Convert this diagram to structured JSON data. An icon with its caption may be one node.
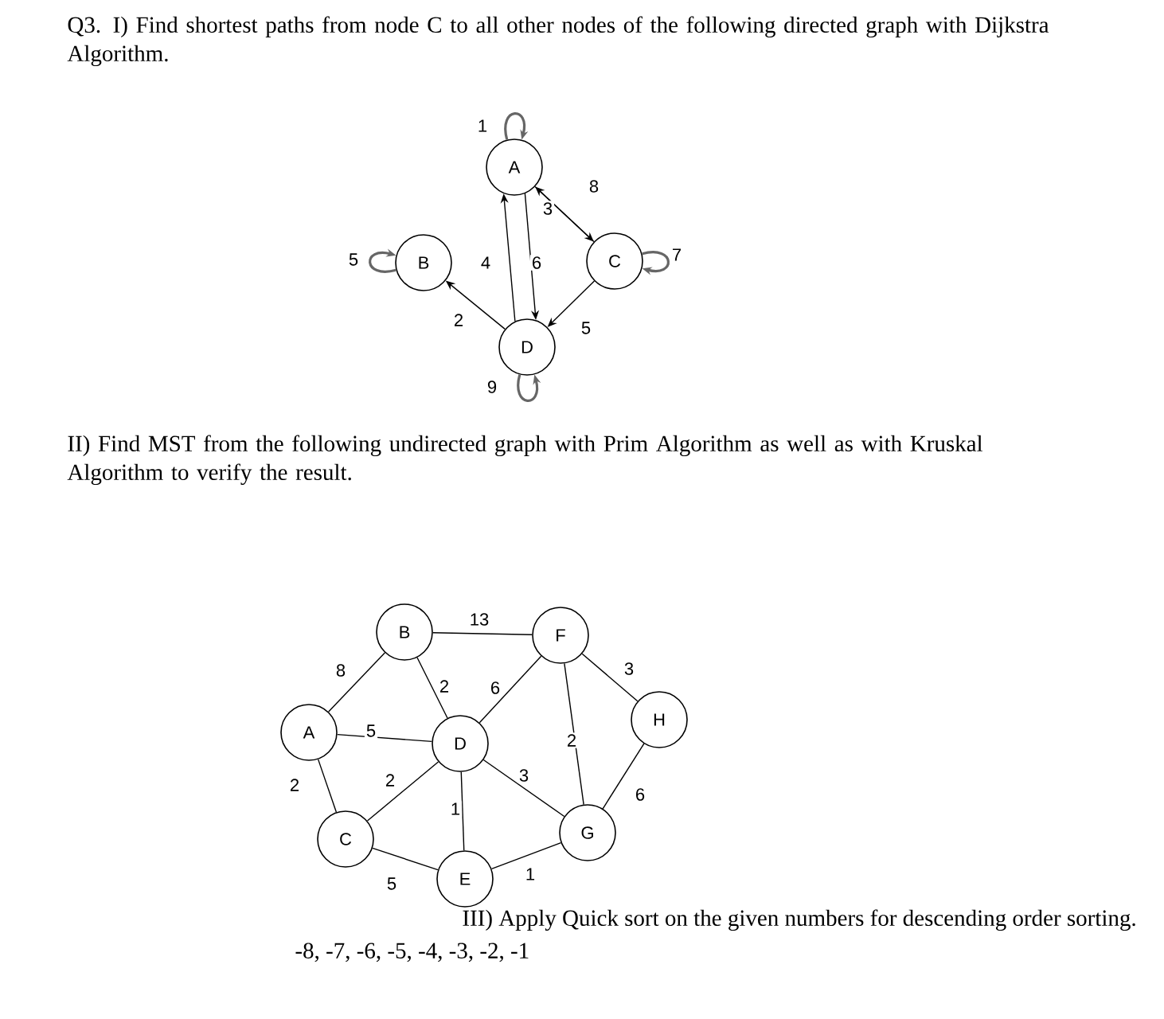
{
  "diagram": {
    "nodes": [
      {
        "text": [
          "A"
        ]
      },
      {
        "text": [
          "B"
        ]
      },
      {
        "text": [
          "C"
        ]
      },
      {
        "text": [
          "D"
        ]
      },
      {
        "text": [
          "B"
        ]
      },
      {
        "text": [
          "F"
        ]
      },
      {
        "text": [
          "A"
        ]
      },
      {
        "text": [
          "D"
        ]
      },
      {
        "text": [
          "H"
        ]
      },
      {
        "text": [
          "C"
        ]
      },
      {
        "text": [
          "G"
        ]
      },
      {
        "text": [
          "E"
        ]
      }
    ],
    "edges": [
      {
        "from": 0,
        "to": 0,
        "arrow": "to",
        "label": "1",
        "color": "#666666"
      },
      {
        "from": 1,
        "to": 1,
        "arrow": "to",
        "label": "5",
        "color": "#666666"
      },
      {
        "from": 2,
        "to": 2,
        "arrow": "to",
        "label": "7",
        "color": "#666666"
      },
      {
        "from": 3,
        "to": 3,
        "arrow": "to",
        "label": "9",
        "color": "#666666"
      },
      {
        "from": 3,
        "to": 0,
        "arrow": "to",
        "label": "4"
      },
      {
        "from": 0,
        "to": 3,
        "arrow": "to",
        "label": "6"
      },
      {
        "from": 0,
        "to": 2,
        "arrow": "to",
        "label": "3"
      },
      {
        "from": 2,
        "to": 0,
        "arrow": "to",
        "label": "8"
      },
      {
        "from": 3,
        "to": 1,
        "arrow": "to",
        "label": "2"
      },
      {
        "from": 2,
        "to": 3,
        "arrow": "to",
        "label": "5"
      },
      {
        "from": 6,
        "to": 4,
        "arrow": "none",
        "label": "8"
      },
      {
        "from": 4,
        "to": 5,
        "arrow": "none",
        "label": "13"
      },
      {
        "from": 4,
        "to": 7,
        "arrow": "none",
        "label": "2"
      },
      {
        "from": 7,
        "to": 5,
        "arrow": "none",
        "label": "6"
      },
      {
        "from": 5,
        "to": 8,
        "arrow": "none",
        "label": "3"
      },
      {
        "from": 6,
        "to": 7,
        "arrow": "none",
        "label": "5"
      },
      {
        "from": 6,
        "to": 9,
        "arrow": "none",
        "label": "2"
      },
      {
        "from": 9,
        "to": 7,
        "arrow": "none",
        "label": "2"
      },
      {
        "from": 7,
        "to": 11,
        "arrow": "none",
        "label": "1"
      },
      {
        "from": 7,
        "to": 10,
        "arrow": "none",
        "label": "3"
      },
      {
        "from": 5,
        "to": 10,
        "arrow": "none",
        "label": "2"
      },
      {
        "from": 8,
        "to": 10,
        "arrow": "none",
        "label": "6"
      },
      {
        "from": 9,
        "to": 11,
        "arrow": "none",
        "label": "5"
      },
      {
        "from": 11,
        "to": 10,
        "arrow": "none",
        "label": "1"
      }
    ],
    "labels": [
      "Q3. I) Find shortest paths from node C to all other nodes of the following directed graph with Dijkstra Algorithm.",
      "II) Find MST from the following undirected graph with Prim Algorithm as well as with Kruskal Algorithm to verify the result.",
      "III) Apply Quick sort on the given numbers for descending order sorting.",
      "-8, -7, -6, -5, -4, -3, -2, -1"
    ]
  }
}
